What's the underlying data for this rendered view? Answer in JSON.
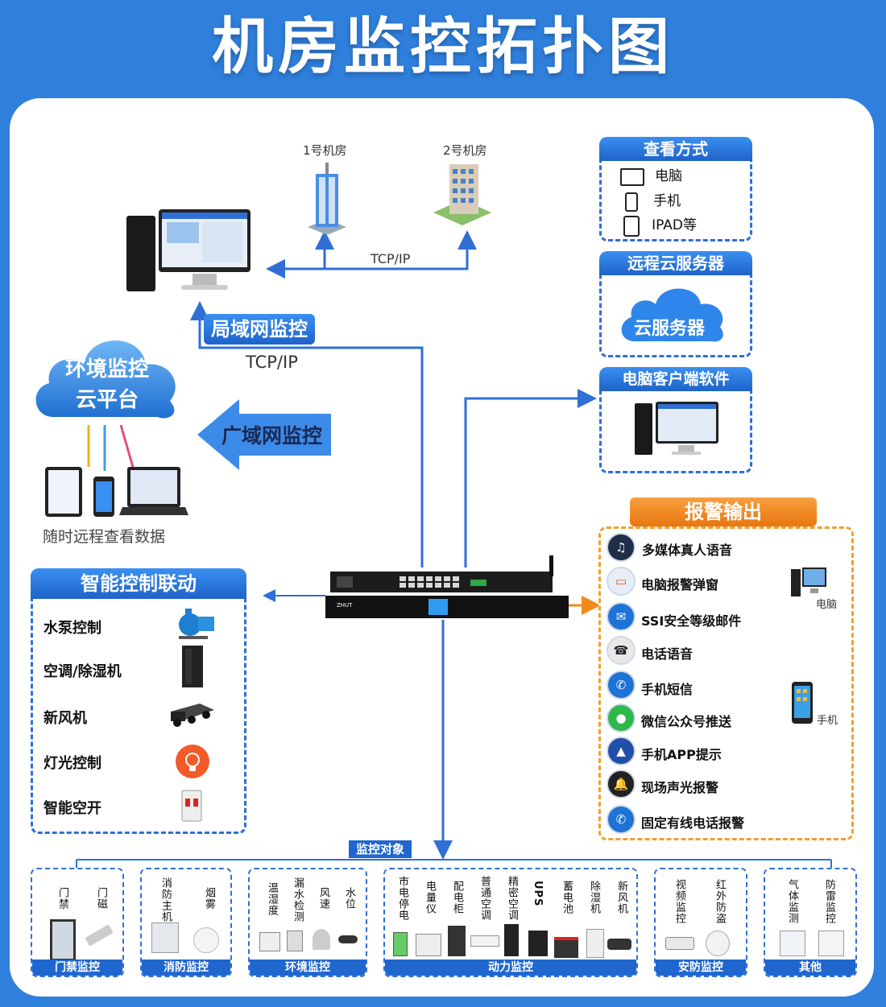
{
  "title": "机房监控拓扑图",
  "top": {
    "room1": "1号机房",
    "room2": "2号机房",
    "tcpip_top": "TCP/IP",
    "lan_label": "局域网监控",
    "tcpip_lan": "TCP/IP",
    "wan_label": "广域网监控",
    "cloud_platform": [
      "环境监控",
      "云平台"
    ],
    "remote_view": "随时远程查看数据"
  },
  "view_box": {
    "title": "查看方式",
    "items": [
      "电脑",
      "手机",
      "IPAD等"
    ]
  },
  "cloud_box": {
    "title": "远程云服务器",
    "cloud": "云服务器"
  },
  "pc_box": {
    "title": "电脑客户端软件"
  },
  "control_box": {
    "title": "智能控制联动",
    "items": [
      "水泵控制",
      "空调/除湿机",
      "新风机",
      "灯光控制",
      "智能空开"
    ]
  },
  "alarm_box": {
    "title": "报警输出",
    "items": [
      "多媒体真人语音",
      "电脑报警弹窗",
      "SSI安全等级邮件",
      "电话语音",
      "手机短信",
      "微信公众号推送",
      "手机APP提示",
      "现场声光报警",
      "固定有线电话报警"
    ],
    "pc": "电脑",
    "phone": "手机"
  },
  "monitor_label": "监控对象",
  "categories": [
    {
      "name": "门禁监控",
      "items": [
        "门禁",
        "门磁"
      ]
    },
    {
      "name": "消防监控",
      "items": [
        "消防主机",
        "烟雾"
      ]
    },
    {
      "name": "环境监控",
      "items": [
        "温湿度",
        "漏水检测",
        "风速",
        "水位"
      ]
    },
    {
      "name": "动力监控",
      "items": [
        "市电停电",
        "电量仪",
        "配电柜",
        "普通空调",
        "精密空调",
        "UPS",
        "蓄电池",
        "除湿机",
        "新风机"
      ]
    },
    {
      "name": "安防监控",
      "items": [
        "视频监控",
        "红外防盗"
      ]
    },
    {
      "name": "其他",
      "items": [
        "气体监测",
        "防雷监控"
      ]
    }
  ],
  "colors": {
    "background": "#2f7fdc",
    "accent_blue": "#1f66cf",
    "orange": "#f08a1c"
  }
}
